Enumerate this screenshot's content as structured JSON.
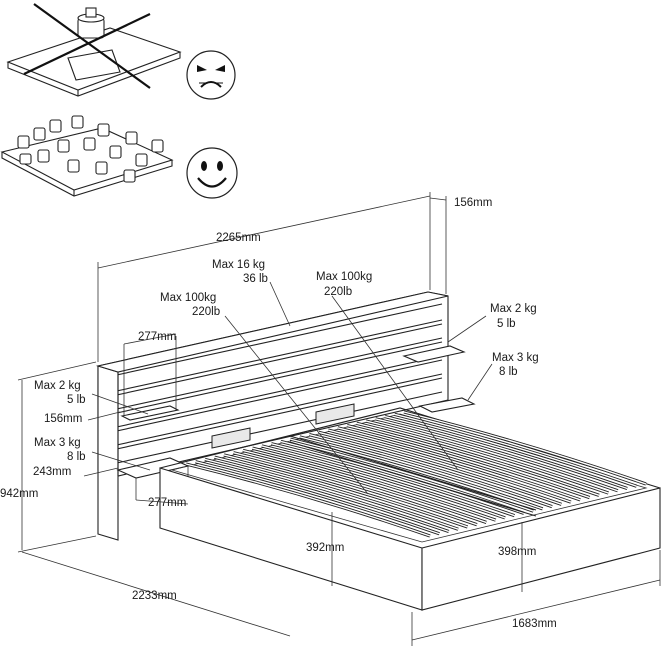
{
  "dimensions": {
    "headboard_width": "2265mm",
    "headboard_depth": "156mm",
    "total_length": "2233mm",
    "total_width": "1683mm",
    "total_height": "942mm",
    "side_height_front": "392mm",
    "side_height_back": "398mm",
    "left_shelf_depth": "156mm",
    "left_upper_shelf_width": "277mm",
    "left_lower_shelf_depth": "243mm",
    "left_lower_shelf_width": "277mm"
  },
  "loads": {
    "headboard_top_line1": "Max 16 kg",
    "headboard_top_line2": "36 lb",
    "left_slats_line1": "Max 100kg",
    "left_slats_line2": "220lb",
    "right_slats_line1": "Max 100kg",
    "right_slats_line2": "220lb",
    "right_upper_shelf_line1": "Max 2 kg",
    "right_upper_shelf_line2": "5 lb",
    "right_lower_shelf_line1": "Max 3 kg",
    "right_lower_shelf_line2": "8 lb",
    "left_upper_shelf_line1": "Max 2 kg",
    "left_upper_shelf_line2": "5 lb",
    "left_lower_shelf_line1": "Max 3 kg",
    "left_lower_shelf_line2": "8 lb"
  },
  "icons": {
    "wrong_load": "concentrated-weight-crossed-icon",
    "sad_face": "sad-face-icon",
    "correct_load": "distributed-weights-icon",
    "happy_face": "happy-face-icon"
  }
}
